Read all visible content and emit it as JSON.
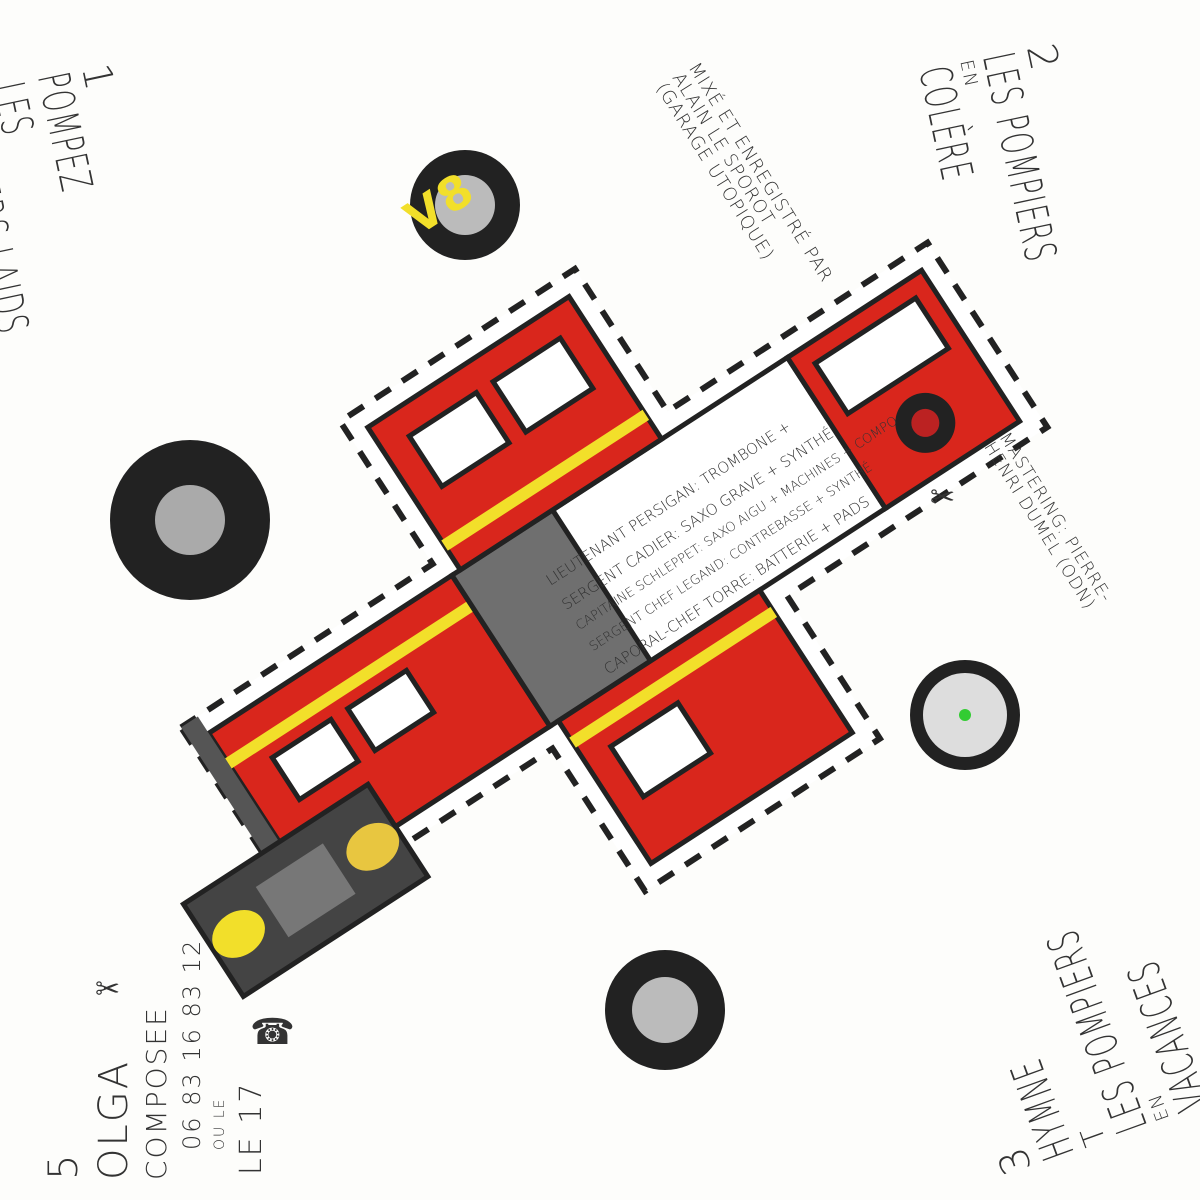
{
  "tracks": [
    {
      "number": "1",
      "lines": [
        "POMPEZ",
        "LES",
        "POMPIERS LAIDS"
      ]
    },
    {
      "number": "2",
      "lines": [
        "LES POMPIERS",
        "EN",
        "COLÈRE"
      ]
    },
    {
      "number": "3",
      "lines": [
        "HYMNE",
        "T",
        "LES POMPIERS",
        "EN",
        "VACANCES"
      ]
    },
    {
      "number": "5",
      "lines": [
        "OLGA",
        "COMPOSEE",
        "06 83 16 83 12",
        "OU LE",
        "LE 17"
      ]
    }
  ],
  "credits": {
    "mix": [
      "MIXÉ ET ENREGISTRÉ PAR",
      "ALAIN LE SPOROT",
      "(GARAGE UTOPIQUE)"
    ],
    "mastering": [
      "MASTERING: PIERRE-",
      "HENRI DUMEL (ODN)"
    ],
    "band": [
      "LIEUTENANT PERSIGAN: TROMBONE +",
      "SERGENT CADIER: SAXO GRAVE + SYNTHÉ",
      "CAPITAINE SCHLEPPET: SAXO AIGU + MACHINES + COMPO",
      "SERGENT CHEF LEGAND: CONTREBASSE + SYNTHÉ",
      "CAPORAL-CHEF TORRE: BATTERIE + PADS"
    ]
  },
  "vehicle": {
    "badge": "V8"
  },
  "colors": {
    "red": "#d9261c",
    "yellow": "#f2df2a",
    "grey": "#6f6f6f",
    "ink": "#222222"
  }
}
